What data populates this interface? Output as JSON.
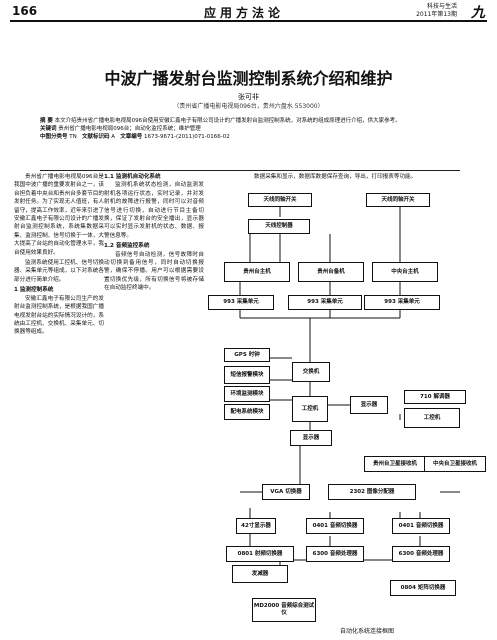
{
  "header": {
    "page_number": "166",
    "column": "应用方法论",
    "journal_line1": "科技与生活",
    "journal_line2": "2011年第13期",
    "logo": "九"
  },
  "article": {
    "title": "中波广播发射台监测控制系统介绍和维护",
    "author": "张可非",
    "affiliation": "（贵州省广播电影电视局096台，贵州六盘水 553000）",
    "abstract_label": "摘  要",
    "abstract": "本文介绍贵州省广播电影电视局096台使用安徽汇鑫电子有限公司设计的广播发射台监测控制系统，对系统的组成原理进行介绍，供大家参考。",
    "keywords_label": "关键词",
    "keywords": "贵州省广播电影电视局096台；自动化监控系统；维护管理",
    "clc_label": "中图分类号",
    "clc": "TN",
    "doc_code_label": "文献标识码",
    "doc_code": "A",
    "article_id_label": "文章编号",
    "article_id": "1673-9671-(2011)071-0166-02"
  },
  "body": {
    "col1_p1": "贵州省广播电影电视局096台是我国中波广播的重要发射台之一，该台担负着中央台和贵州台多套节目的发射任务。为了实现无人值班，有人留守，提高工作效率，近年来引进了安徽汇鑫电子有限公司设计的广播发射台监测控制系统，系统集数据采集、监测控制、信号切换于一体，大大提高了台站的自动化管理水平，我台使用效果良好。",
    "col1_p2": "监测系统使用工控机、信号切换器、采集单元等组成，以下对系统各部分进行简单介绍。",
    "col1_h1": "1 监测控制系统",
    "col1_p3": "安徽汇鑫电子有限公司生产的发射台监测控制系统，是根据我国广播电视发射台站的实际情况设计的，系统由工控机、交换机、采集单元、切换器等组成。",
    "col2_h": "1.1 监测机自动化系统",
    "col2_p1": "监测机系统状态检测，自动监测发射机各项运行状态，实时记录，并对发射机的故障进行报警，同时可以对音频信号进行切换，自动进行节目主备切换，保证了发射台的安全播出，显示器可以实时显示发射机的状态、数据、报警信息等。",
    "col2_h2": "1.2 音频监控系统",
    "col2_p2": "音频信号自动检测，信号故障时自动切换到备用信号，同时自动切换报警，确保不停播。用户可以根据需要设置切换优先级，所有切换信号将被存储在自动监控终端中。",
    "fig_intro": "数据采集和显示，数据库数据保存查询，导出，打印报表等功能。"
  },
  "figure": {
    "caption": "自动化系统连接框图",
    "boxes": {
      "sat_switch_a": "天线同轴开关",
      "sat_switch_b": "天线同轴开关",
      "antenna_switch": "天线控制器",
      "gz_tx": "贵州台主机",
      "gz_backup": "贵州台备机",
      "central_tx": "中央台主机",
      "acq1": "993 采集单元",
      "acq2": "993 采集单元",
      "acq3": "993 采集单元",
      "gps": "GPS 时钟",
      "switch": "交换机",
      "ipc1": "工控机",
      "rec": "短信报警模块",
      "env": "环境监测模块",
      "fire": "配电系统模块",
      "display1": "显示器",
      "monitor_710": "710 解调器",
      "ipc2": "工控机",
      "display2": "显示器",
      "gz_sat": "贵州台卫星接收机",
      "central_sat": "中央台卫星接收机",
      "vga": "VGA 切换器",
      "splitter": "2302 图像分配器",
      "tv42": "42寸显示器",
      "sw0401a": "0401 音频切换器",
      "sw0401b": "0401 音频切换器",
      "sw0801": "0801 射频切换器",
      "dsp6300a": "6300 音频处理器",
      "dsp6300b": "6300 音频处理器",
      "ac": "发减器",
      "md2000": "MD2000 音频综合测试仪",
      "sw0804": "0804 矩阵切换器"
    }
  }
}
